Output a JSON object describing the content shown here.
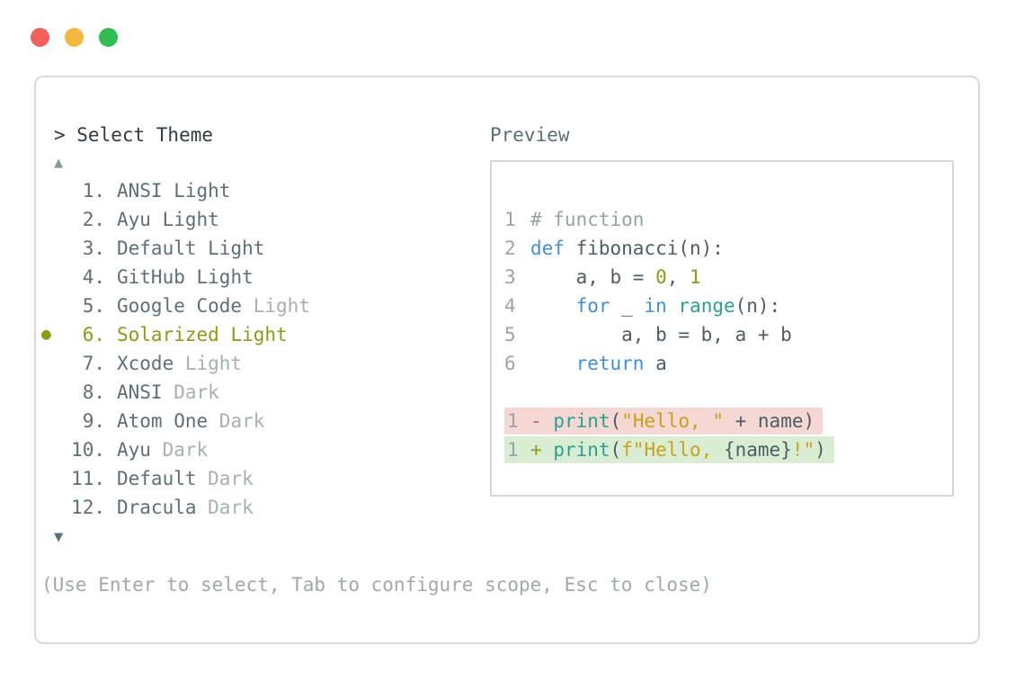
{
  "window_controls": {
    "close_color": "#f2605a",
    "minimize_color": "#f5b73d",
    "zoom_color": "#2ebd4e"
  },
  "picker": {
    "prompt": "> Select Theme",
    "scroll_up_glyph": "▲",
    "scroll_down_glyph": "▼",
    "selected_bullet_glyph": "●",
    "footer_hint": "(Use Enter to select, Tab to configure scope, Esc to close)",
    "themes": [
      {
        "number": "1.",
        "name": "ANSI",
        "variant": "Light",
        "variant_muted": false,
        "selected": false
      },
      {
        "number": "2.",
        "name": "Ayu",
        "variant": "Light",
        "variant_muted": false,
        "selected": false
      },
      {
        "number": "3.",
        "name": "Default",
        "variant": "Light",
        "variant_muted": false,
        "selected": false
      },
      {
        "number": "4.",
        "name": "GitHub",
        "variant": "Light",
        "variant_muted": false,
        "selected": false
      },
      {
        "number": "5.",
        "name": "Google Code",
        "variant": "Light",
        "variant_muted": true,
        "selected": false
      },
      {
        "number": "6.",
        "name": "Solarized",
        "variant": "Light",
        "variant_muted": false,
        "selected": true
      },
      {
        "number": "7.",
        "name": "Xcode",
        "variant": "Light",
        "variant_muted": true,
        "selected": false
      },
      {
        "number": "8.",
        "name": "ANSI",
        "variant": "Dark",
        "variant_muted": true,
        "selected": false
      },
      {
        "number": "9.",
        "name": "Atom One",
        "variant": "Dark",
        "variant_muted": true,
        "selected": false
      },
      {
        "number": "10.",
        "name": "Ayu",
        "variant": "Dark",
        "variant_muted": true,
        "selected": false
      },
      {
        "number": "11.",
        "name": "Default",
        "variant": "Dark",
        "variant_muted": true,
        "selected": false
      },
      {
        "number": "12.",
        "name": "Dracula",
        "variant": "Dark",
        "variant_muted": true,
        "selected": false
      }
    ]
  },
  "preview": {
    "title": "Preview",
    "code_lines": [
      {
        "n": "1",
        "tokens": [
          {
            "t": "# function",
            "c": "comment"
          }
        ]
      },
      {
        "n": "2",
        "tokens": [
          {
            "t": "def",
            "c": "keyword"
          },
          {
            "t": " fibonacci(n):",
            "c": "plain"
          }
        ]
      },
      {
        "n": "3",
        "tokens": [
          {
            "t": "    a, b = ",
            "c": "plain"
          },
          {
            "t": "0",
            "c": "number"
          },
          {
            "t": ", ",
            "c": "plain"
          },
          {
            "t": "1",
            "c": "number"
          }
        ]
      },
      {
        "n": "4",
        "tokens": [
          {
            "t": "    ",
            "c": "plain"
          },
          {
            "t": "for",
            "c": "keyword"
          },
          {
            "t": " _ ",
            "c": "plain"
          },
          {
            "t": "in",
            "c": "keyword"
          },
          {
            "t": " ",
            "c": "plain"
          },
          {
            "t": "range",
            "c": "builtin"
          },
          {
            "t": "(n):",
            "c": "plain"
          }
        ]
      },
      {
        "n": "5",
        "tokens": [
          {
            "t": "        a, b = b, a + b",
            "c": "plain"
          }
        ]
      },
      {
        "n": "6",
        "tokens": [
          {
            "t": "    ",
            "c": "plain"
          },
          {
            "t": "return",
            "c": "keyword"
          },
          {
            "t": " a",
            "c": "plain"
          }
        ]
      }
    ],
    "diff_lines": [
      {
        "n": "1",
        "kind": "removed",
        "tokens": [
          {
            "t": "-",
            "c": "minus"
          },
          {
            "t": " ",
            "c": "plain"
          },
          {
            "t": "print",
            "c": "builtin"
          },
          {
            "t": "(",
            "c": "plain"
          },
          {
            "t": "\"Hello, \"",
            "c": "string"
          },
          {
            "t": " + name)",
            "c": "plain"
          }
        ]
      },
      {
        "n": "1",
        "kind": "added",
        "tokens": [
          {
            "t": "+",
            "c": "plus"
          },
          {
            "t": " ",
            "c": "plain"
          },
          {
            "t": "print",
            "c": "builtin"
          },
          {
            "t": "(",
            "c": "plain"
          },
          {
            "t": "f\"Hello, ",
            "c": "string"
          },
          {
            "t": "{name}",
            "c": "plain"
          },
          {
            "t": "!\"",
            "c": "string"
          },
          {
            "t": ")",
            "c": "plain"
          }
        ]
      }
    ]
  },
  "colors": {
    "trafficRed": "#f2605a",
    "trafficYellow": "#f5b73d",
    "trafficGreen": "#2ebd4e",
    "panelBorder": "#d6dbdb",
    "boxBorder": "#d2d7d7",
    "promptText": "#2e3b43",
    "listText": "#5d6f79",
    "mutedText": "#a6b0b5",
    "selected": "#8c9b13",
    "scrollUp": "#8d989e",
    "scrollDown": "#5d6f79",
    "footerText": "#9daaa7",
    "previewTitle": "#5d6f79",
    "lineno": "#9aa5ab",
    "tokPlain": "#4d5d66",
    "comment": "#96a3a3",
    "keyword": "#4090d8",
    "builtin": "#28a192",
    "number": "#8c9b13",
    "string": "#c9a11c",
    "minus": "#d95f5f",
    "plus": "#8c9b13",
    "removedBg": "#f5d7d4",
    "addedBg": "#d9edd2"
  }
}
